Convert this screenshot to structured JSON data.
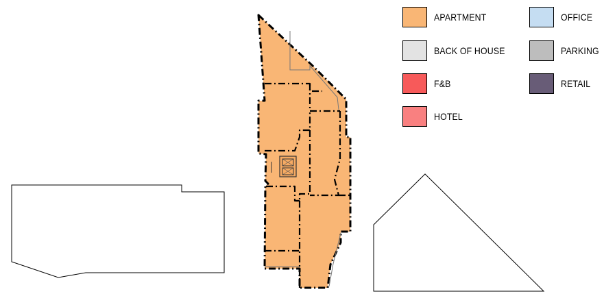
{
  "legend": {
    "apartment": {
      "label": "APARTMENT",
      "color": "#f9b675"
    },
    "back_of_house": {
      "label": "BACK OF HOUSE",
      "color": "#e3e3e3"
    },
    "fb": {
      "label": "F&B",
      "color": "#f75a5a"
    },
    "hotel": {
      "label": "HOTEL",
      "color": "#f98080"
    },
    "office": {
      "label": "OFFICE",
      "color": "#c5ddf2"
    },
    "parking": {
      "label": "PARKING",
      "color": "#bdbdbd"
    },
    "retail": {
      "label": "RETAIL",
      "color": "#685c77"
    }
  },
  "colors": {
    "footprint_fill": "#f9b675",
    "outline": "#000000",
    "neighbor_outline": "#000000",
    "core_fill": "#f7ab63",
    "background": "#ffffff"
  }
}
